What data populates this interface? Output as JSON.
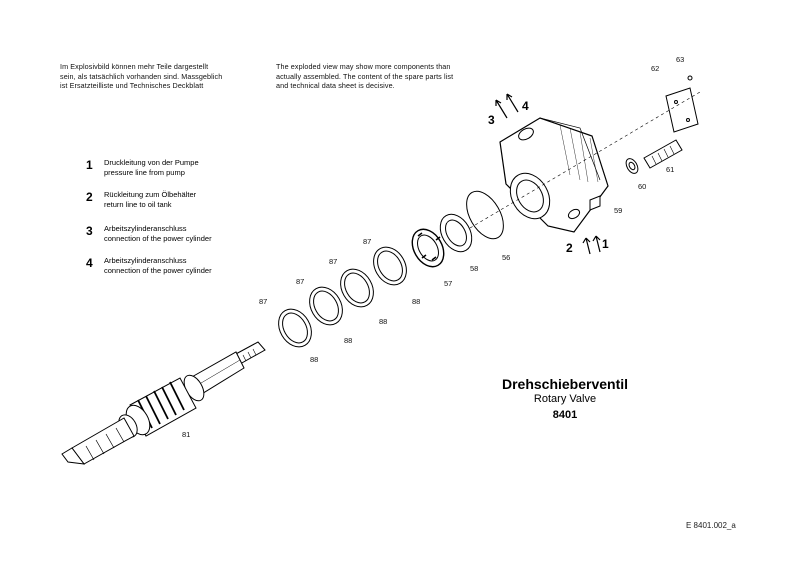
{
  "notes": {
    "german": "Im Explosivbild können mehr Teile dargestellt\nsein, als tatsächlich vorhanden sind. Massgeblich\nist Ersatzteilliste und Technisches Deckblatt",
    "english": "The exploded view may show more components than\nactually assembled. The content of the spare parts list\nand technical data sheet is decisive."
  },
  "legend": [
    {
      "num": "1",
      "text": "Druckleitung von der Pumpe\npressure line from pump"
    },
    {
      "num": "2",
      "text": "Rückleitung zum Ölbehälter\nreturn line to oil tank"
    },
    {
      "num": "3",
      "text": "Arbeitszylinderanschluss\nconnection of the power cylinder"
    },
    {
      "num": "4",
      "text": "Arbeitszylinderanschluss\nconnection of the power cylinder"
    }
  ],
  "title": {
    "german": "Drehschieberventil",
    "english": "Rotary Valve",
    "code": "8401"
  },
  "doc_ref": "E 8401.002_a",
  "part_labels": {
    "p81_shaft": "81",
    "p61": "61",
    "p60": "60",
    "p59": "59",
    "p62": "62",
    "p63": "63",
    "p56": "56",
    "p58": "58",
    "p57": "57",
    "p88a": "88",
    "p88b": "88",
    "p88c": "88",
    "p88d": "88",
    "p87a": "87",
    "p87b": "87",
    "p87c": "87",
    "p87d": "87"
  },
  "port_arrows": {
    "a1": "1",
    "a2": "2",
    "a3": "3",
    "a4": "4"
  }
}
